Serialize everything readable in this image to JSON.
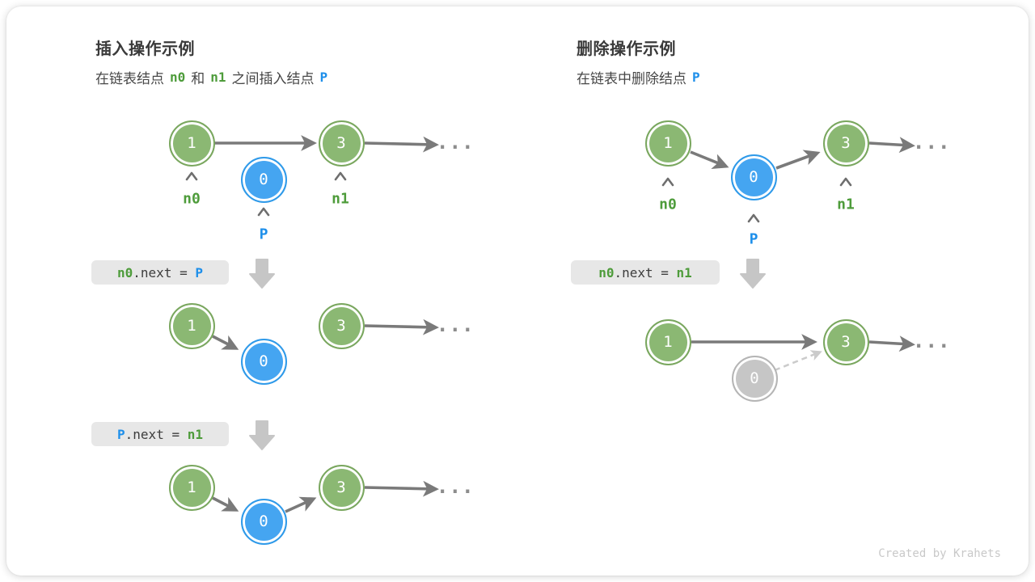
{
  "palette": {
    "green_node_fill": "#8bb873",
    "green_node_border": "#7aa75f",
    "blue_node_fill": "#45a5f1",
    "blue_node_border": "#2f9ae9",
    "gray_node_fill": "#c6c6c6",
    "arrow_gray": "#7a7a7a",
    "dashed_gray": "#cbcbcb",
    "block_arrow_gray": "#c6c6c6",
    "token_green": "#4e9c3b",
    "token_blue": "#1e8fea",
    "badge_bg": "#e7e7e7"
  },
  "insert_panel": {
    "title": "插入操作示例",
    "subtitle": {
      "part1": "在链表结点",
      "token_n0": "n0",
      "part2": "和",
      "token_n1": "n1",
      "part3": "之间插入结点",
      "token_p": "P"
    },
    "diagram1": {
      "node1": "1",
      "node0": "0",
      "node3": "3",
      "label_n0": "n0",
      "label_p": "P",
      "label_n1": "n1",
      "ellipsis": "..."
    },
    "code1": {
      "lhs": "n0",
      "mid": ".next = ",
      "rhs": "P"
    },
    "diagram2": {
      "node1": "1",
      "node0": "0",
      "node3": "3",
      "ellipsis": "..."
    },
    "code2": {
      "lhs": "P",
      "mid": ".next = ",
      "rhs": "n1"
    },
    "diagram3": {
      "node1": "1",
      "node0": "0",
      "node3": "3",
      "ellipsis": "..."
    }
  },
  "delete_panel": {
    "title": "删除操作示例",
    "subtitle": {
      "part1": "在链表中删除结点",
      "token_p": "P"
    },
    "diagram1": {
      "node1": "1",
      "node0": "0",
      "node3": "3",
      "label_n0": "n0",
      "label_p": "P",
      "label_n1": "n1",
      "ellipsis": "..."
    },
    "code1": {
      "lhs": "n0",
      "mid": ".next = ",
      "rhs": "n1"
    },
    "diagram2": {
      "node1": "1",
      "node0": "0",
      "node3": "3",
      "ellipsis": "..."
    }
  },
  "footer": {
    "credit": "Created by Krahets"
  }
}
